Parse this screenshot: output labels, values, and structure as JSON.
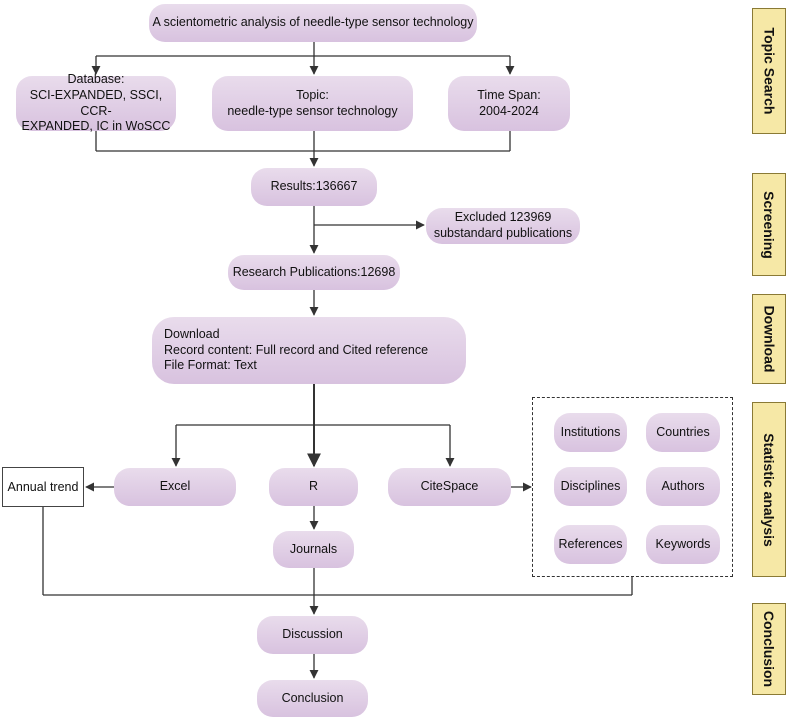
{
  "nodes": {
    "title": "A scientometric analysis of needle-type sensor technology",
    "database": "Database:\nSCI-EXPANDED, SSCI, CCR-\nEXPANDED, IC in WoSCC",
    "topic": "Topic:\nneedle-type sensor technology",
    "timespan": "Time Span:\n2004-2024",
    "results": "Results:136667",
    "excluded": "Excluded 123969\nsubstandard publications",
    "publications": "Research Publications:12698",
    "download": "Download\nRecord content: Full record and Cited reference\nFile Format: Text",
    "annual_trend": "Annual trend",
    "excel": "Excel",
    "r": "R",
    "citespace": "CiteSpace",
    "journals": "Journals",
    "institutions": "Institutions",
    "countries": "Countries",
    "disciplines": "Disciplines",
    "authors": "Authors",
    "references": "References",
    "keywords": "Keywords",
    "discussion": "Discussion",
    "conclusion": "Conclusion"
  },
  "stages": {
    "topic_search": "Topic Search",
    "screening": "Screening",
    "download": "Download",
    "statistic_analysis": "Statistic analysis",
    "conclusion": "Conclusion"
  },
  "colors": {
    "box_top": "#e9dcec",
    "box_bottom": "#d8c2df",
    "stage_fill": "#f6e8a6",
    "line": "#333333"
  }
}
